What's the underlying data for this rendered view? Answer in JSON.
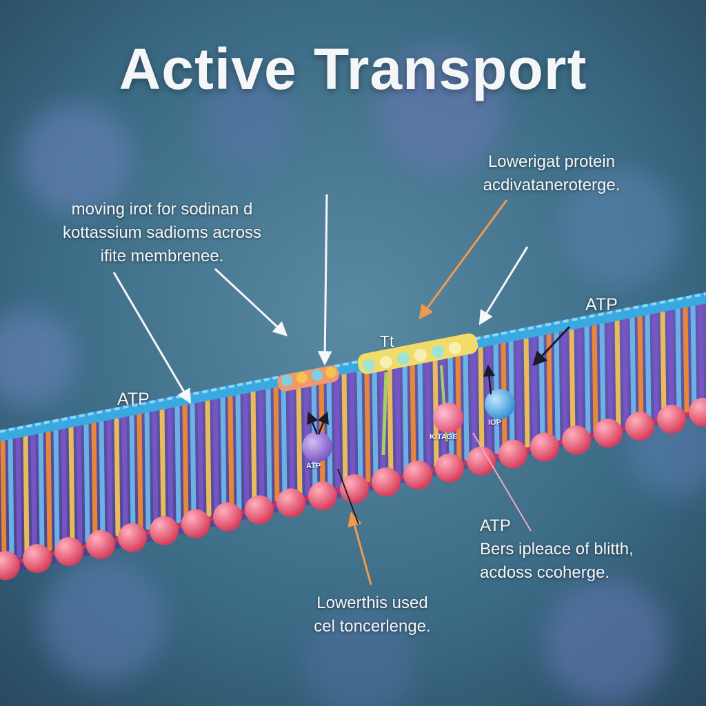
{
  "title": "Active Transport",
  "labels": {
    "left": [
      "moving irot for sodinan d",
      "kottassium sadioms across",
      "ifite membrenee."
    ],
    "top_right": [
      "Lowerigat protein",
      "acdivataneroterge."
    ],
    "bottom_right_atp": "ATP",
    "bottom_right": [
      "Bers ipleace of blitth,",
      "acdoss ccoherge."
    ],
    "bottom_center": [
      "Lowerthis used",
      "cel toncerlenge."
    ],
    "atp_left": "ATP",
    "atp_right": "ATP",
    "tt": "Tt",
    "particle_atp": "ATP",
    "particle_kinase": "KITAGE",
    "particle_iop": "IOP"
  },
  "colors": {
    "background": "#3f6f86",
    "title": "#f4f6f8",
    "membrane_top": "#39a9e0",
    "membrane_bottom": "#e8536b",
    "tail_orange": "#f08a34",
    "tail_purple": "#7a55c8",
    "tail_blue": "#6fb6ea",
    "protein_yellow": "#f1dc6a",
    "particle_purple": "#9a73d6",
    "particle_pink": "#ef6d8f",
    "particle_blue": "#52aee6",
    "arrow_white": "#f5f7fa",
    "arrow_orange": "#f29a4c",
    "arrow_dark": "#1a1a2a"
  }
}
